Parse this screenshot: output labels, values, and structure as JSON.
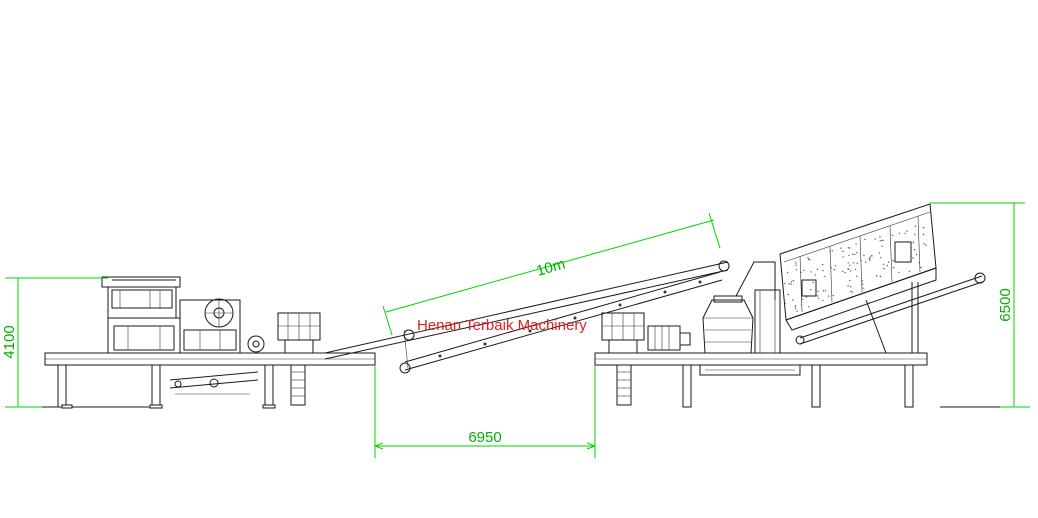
{
  "dimensions": {
    "height_left": "4100",
    "height_right": "6500",
    "gap_length": "6950",
    "conveyor_length": "10m"
  },
  "watermark": "Henan Terbaik Machinery",
  "colors": {
    "dimension": "#00d400",
    "watermark": "#e02020",
    "line": "#1a1a1a"
  }
}
